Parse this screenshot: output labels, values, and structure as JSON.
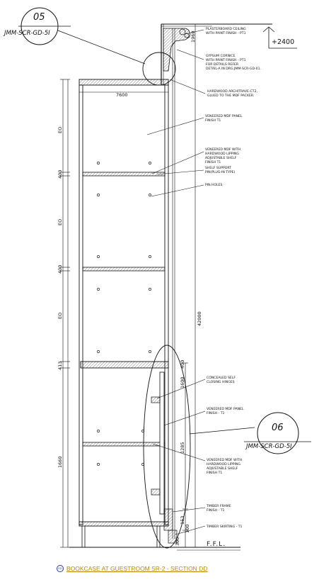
{
  "section_tags": {
    "top": {
      "number": "05",
      "reference": "JMM-SCR-GD-5I"
    },
    "bottom": {
      "number": "06",
      "reference": "JMM-SCR-GD-5I"
    }
  },
  "level_marker": "+2400",
  "floor_label": "F.F.L.",
  "dimensions": {
    "top_gap": "1960",
    "overall_width": "7600",
    "overall_height": "42000",
    "left_e1": "EO",
    "left_400_a": "400",
    "left_e2": "EO",
    "left_400_b": "400",
    "left_e3": "EO",
    "left_413": "413",
    "left_1660": "1660",
    "right_1600": "1600",
    "right_400": "400",
    "right_1285": "1285",
    "bottom_153": "153",
    "bottom_100": "100",
    "bottom_300": "300"
  },
  "notes": {
    "plasterboard": [
      "PLASTERBOARD CEILING",
      "WITH PAINT FINISH - PT1"
    ],
    "gypsum": [
      "GYPSUM CORNICE",
      "WITH PAINT FINISH - PT1",
      "FOR DETAILS REFER",
      "DETAIL-A IN DRG.JMM-SCR-GD-01."
    ],
    "architrave": [
      "HARDWOOD ARCHITRAVE-CT2,",
      "GLUED TO THE MDF PACKER."
    ],
    "mdf_panel_top": [
      "VENEERED MDF PANEL",
      "FINISH T1"
    ],
    "mdf_lipping_top": [
      "VENEERED MDF WITH",
      "HARDWOOD LIPPING",
      "ADJUSTABLE SHELF",
      "FINISH T1"
    ],
    "shelf_support": [
      "SHELF SUPPORT",
      "PIN(PLUG-IN TYPE)"
    ],
    "pin_holes": [
      "PIN HOLES"
    ],
    "hinges": [
      "CONCEALED SELF",
      "CLOSING HINGES"
    ],
    "mdf_panel_bottom": [
      "VENEERED MDF PANEL",
      "FINISH - T1"
    ],
    "mdf_lipping_bottom": [
      "VENEERED MDF WITH",
      "HARDWOOD LIPPING",
      "ADJUSTABLE SHELF",
      "FINISH T1"
    ],
    "timber_frame": [
      "TIMBER FRAME",
      "FINISH - T1"
    ],
    "timber_skirting": [
      "TIMBER SKIRTING - T1"
    ]
  },
  "caption": {
    "title": "BOOKCASE AT GUESTROOM SR-2 - SECTION DD",
    "icon": "section-bubble-icon",
    "color": "#b8860b"
  }
}
